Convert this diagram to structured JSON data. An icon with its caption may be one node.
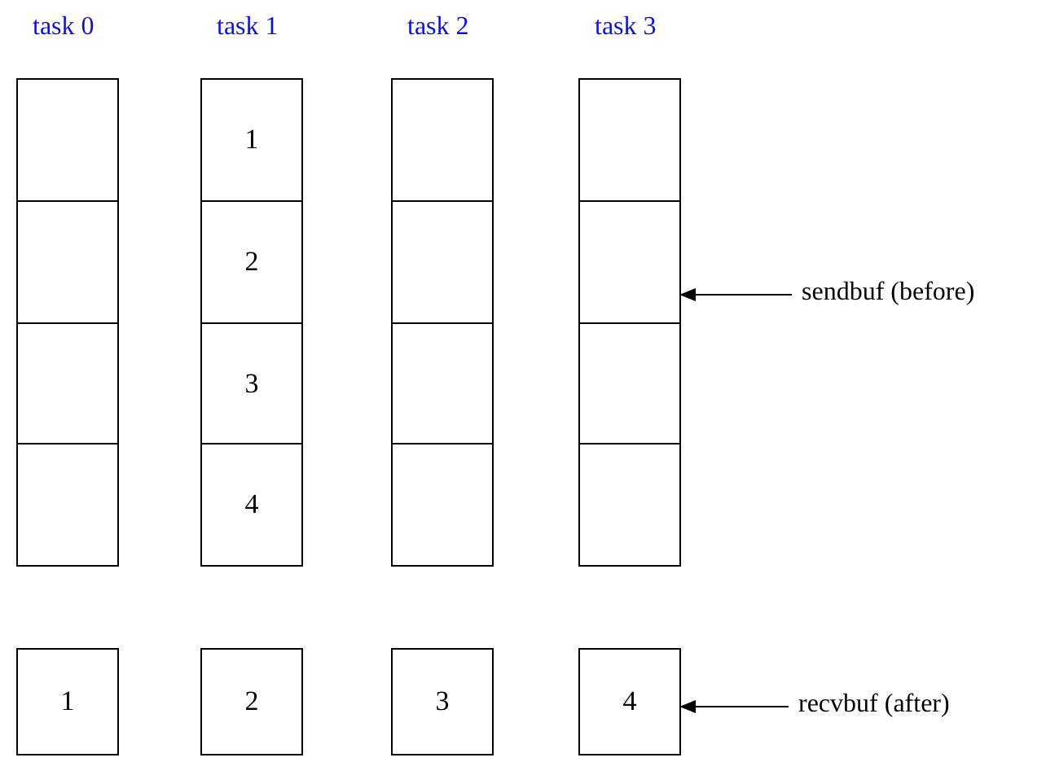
{
  "diagram": {
    "nodes": [
      {
        "text": [],
        "shape": "box"
      },
      {
        "text": [
          "1"
        ]
      },
      {
        "text": [],
        "shape": "box"
      },
      {
        "text": [],
        "shape": "box"
      },
      {
        "text": [],
        "shape": "box"
      },
      {
        "text": [
          "2"
        ]
      },
      {
        "text": [],
        "shape": "box"
      },
      {
        "text": [],
        "shape": "box"
      },
      {
        "text": [],
        "shape": "box"
      },
      {
        "text": [
          "3"
        ]
      },
      {
        "text": [],
        "shape": "box"
      },
      {
        "text": [],
        "shape": "box"
      },
      {
        "text": [],
        "shape": "box"
      },
      {
        "text": [
          "4"
        ]
      },
      {
        "text": [],
        "shape": "box"
      },
      {
        "text": [],
        "shape": "box"
      },
      {
        "text": [
          "1"
        ]
      },
      {
        "text": [
          "2"
        ]
      },
      {
        "text": [
          "3"
        ]
      },
      {
        "text": [
          "4"
        ]
      },
      {
        "text": [
          "sendbuf (before)"
        ]
      },
      {
        "text": [
          "recvbuf (after)"
        ]
      }
    ],
    "edges": [
      {
        "from": 20,
        "to": 7,
        "arrow": "to"
      },
      {
        "from": 21,
        "to": 19,
        "arrow": "to"
      }
    ],
    "labels": [
      "task 0",
      "task 1",
      "task 2",
      "task 3"
    ]
  }
}
